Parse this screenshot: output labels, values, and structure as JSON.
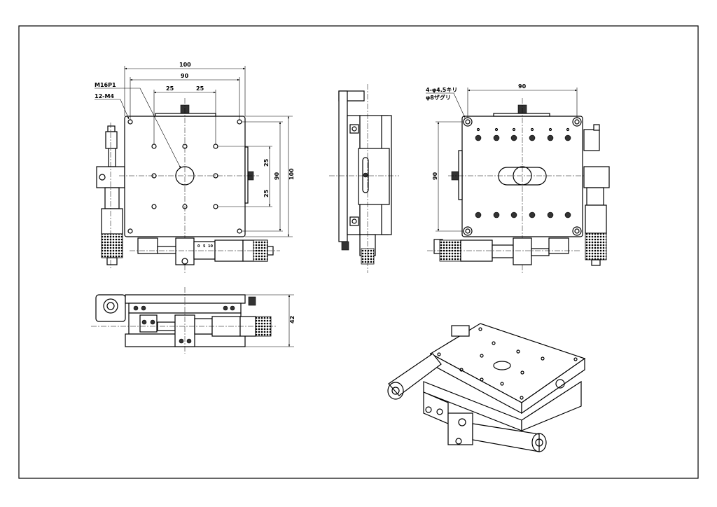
{
  "front_view": {
    "dim_width_overall": "100",
    "dim_hole_pitch": "90",
    "dim_grid_left": "25",
    "dim_grid_right": "25",
    "dim_height_overall": "100",
    "dim_height_pitch": "90",
    "dim_grid_top": "25",
    "dim_grid_bottom": "25",
    "label_center_thread": "M16P1",
    "label_tapped_holes": "12-M4",
    "micrometer_scale": [
      "0",
      "5",
      "10"
    ]
  },
  "rear_view": {
    "label_mount_holes": "4-φ4.5キリ",
    "label_counterbore": "φ8ザグリ",
    "dim_hole_pitch_x": "90",
    "dim_hole_pitch_y": "90"
  },
  "bottom_view": {
    "dim_height": "42"
  }
}
